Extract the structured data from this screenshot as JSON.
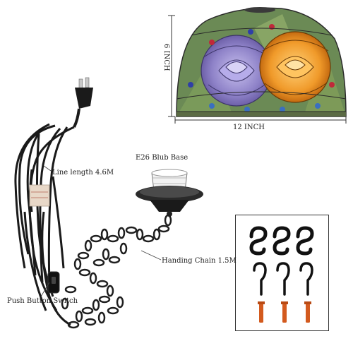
{
  "shade": {
    "height_label": "6 INCH",
    "width_label": "12 INCH"
  },
  "cord": {
    "line_length_label": "Line length 4.6M",
    "switch_label": "Push Button Switch"
  },
  "socket": {
    "base_label": "E26 Blub Base"
  },
  "chain": {
    "label": "Handing Chain 1.5M"
  },
  "colors": {
    "outline": "#222222",
    "cord": "#1a1a1a",
    "glass_purple": "#9a8fd0",
    "glass_orange": "#f0a030",
    "glass_green": "#5b7a4a",
    "screw_anchor": "#d35a1e"
  }
}
